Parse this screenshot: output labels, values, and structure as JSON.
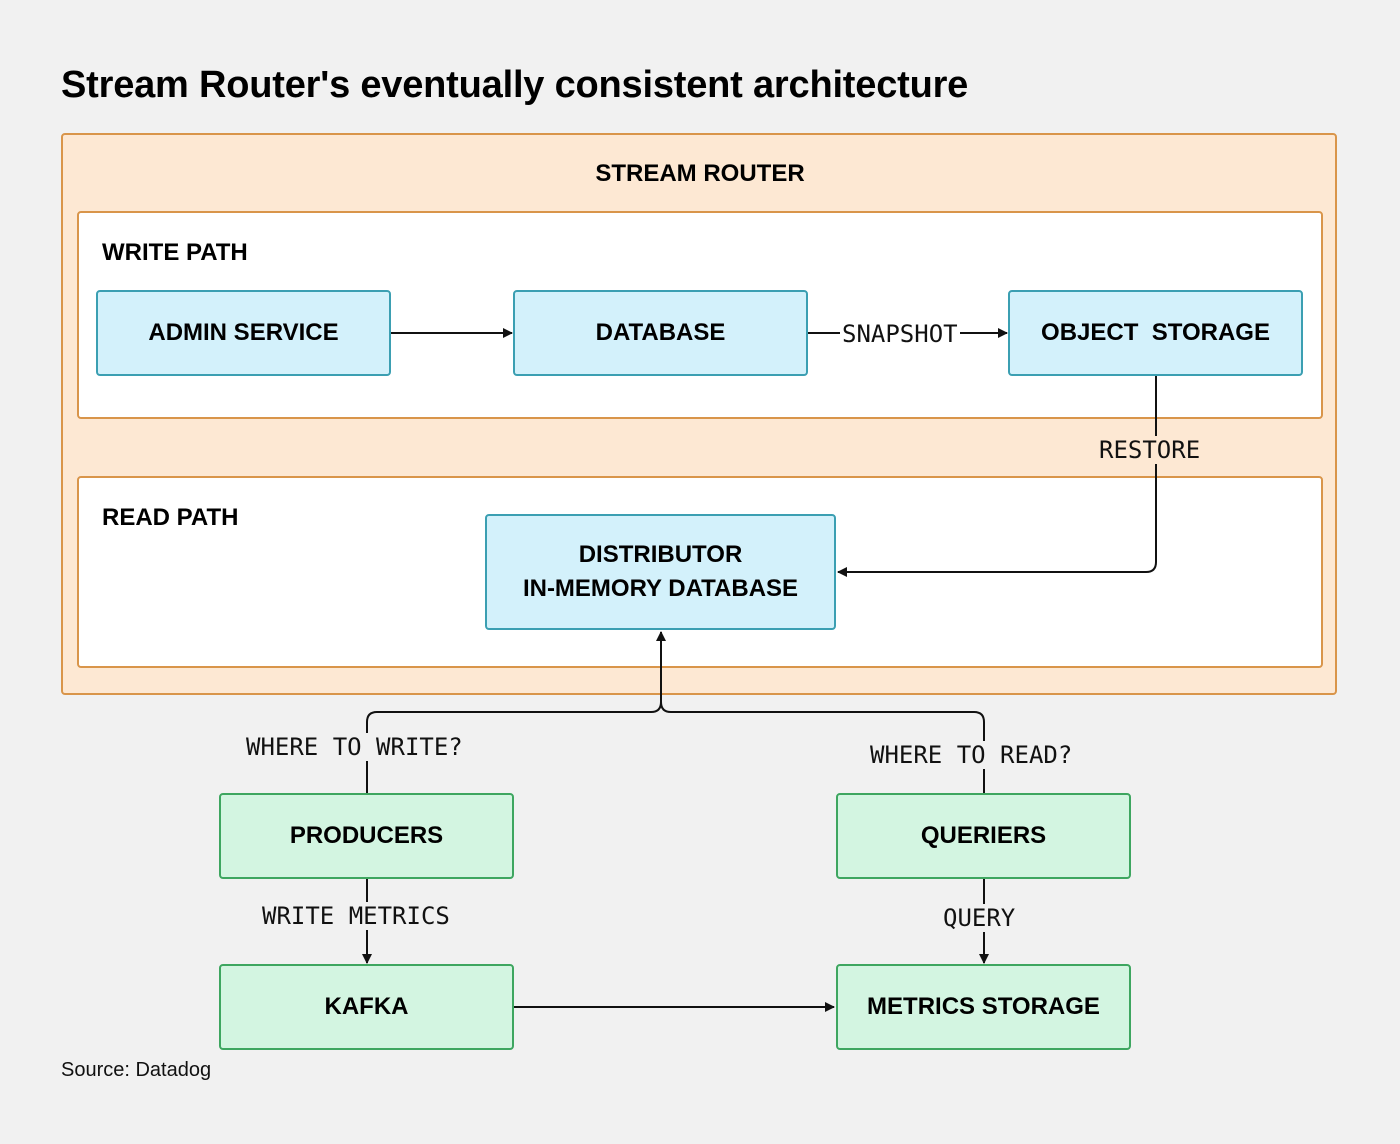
{
  "title": "Stream Router's eventually consistent architecture",
  "source": "Source: Datadog",
  "router": {
    "label": "STREAM ROUTER",
    "write_path": {
      "label": "WRITE PATH",
      "admin_service": "ADMIN SERVICE",
      "database": "DATABASE",
      "object_storage": "OBJECT  STORAGE"
    },
    "read_path": {
      "label": "READ PATH",
      "distributor_line1": "DISTRIBUTOR",
      "distributor_line2": "IN-MEMORY DATABASE"
    }
  },
  "external": {
    "producers": "PRODUCERS",
    "queriers": "QUERIERS",
    "kafka": "KAFKA",
    "metrics_storage": "METRICS STORAGE"
  },
  "edges": {
    "snapshot": "SNAPSHOT",
    "restore": "RESTORE",
    "where_to_write": "WHERE TO WRITE?",
    "where_to_read": "WHERE TO READ?",
    "write_metrics": "WRITE METRICS",
    "query": "QUERY"
  },
  "colors": {
    "router_fill": "#fde8d3",
    "router_border": "#d9954a",
    "service_fill": "#d3f1fb",
    "service_border": "#3b9fb2",
    "external_fill": "#d3f5e1",
    "external_border": "#3ea660"
  }
}
